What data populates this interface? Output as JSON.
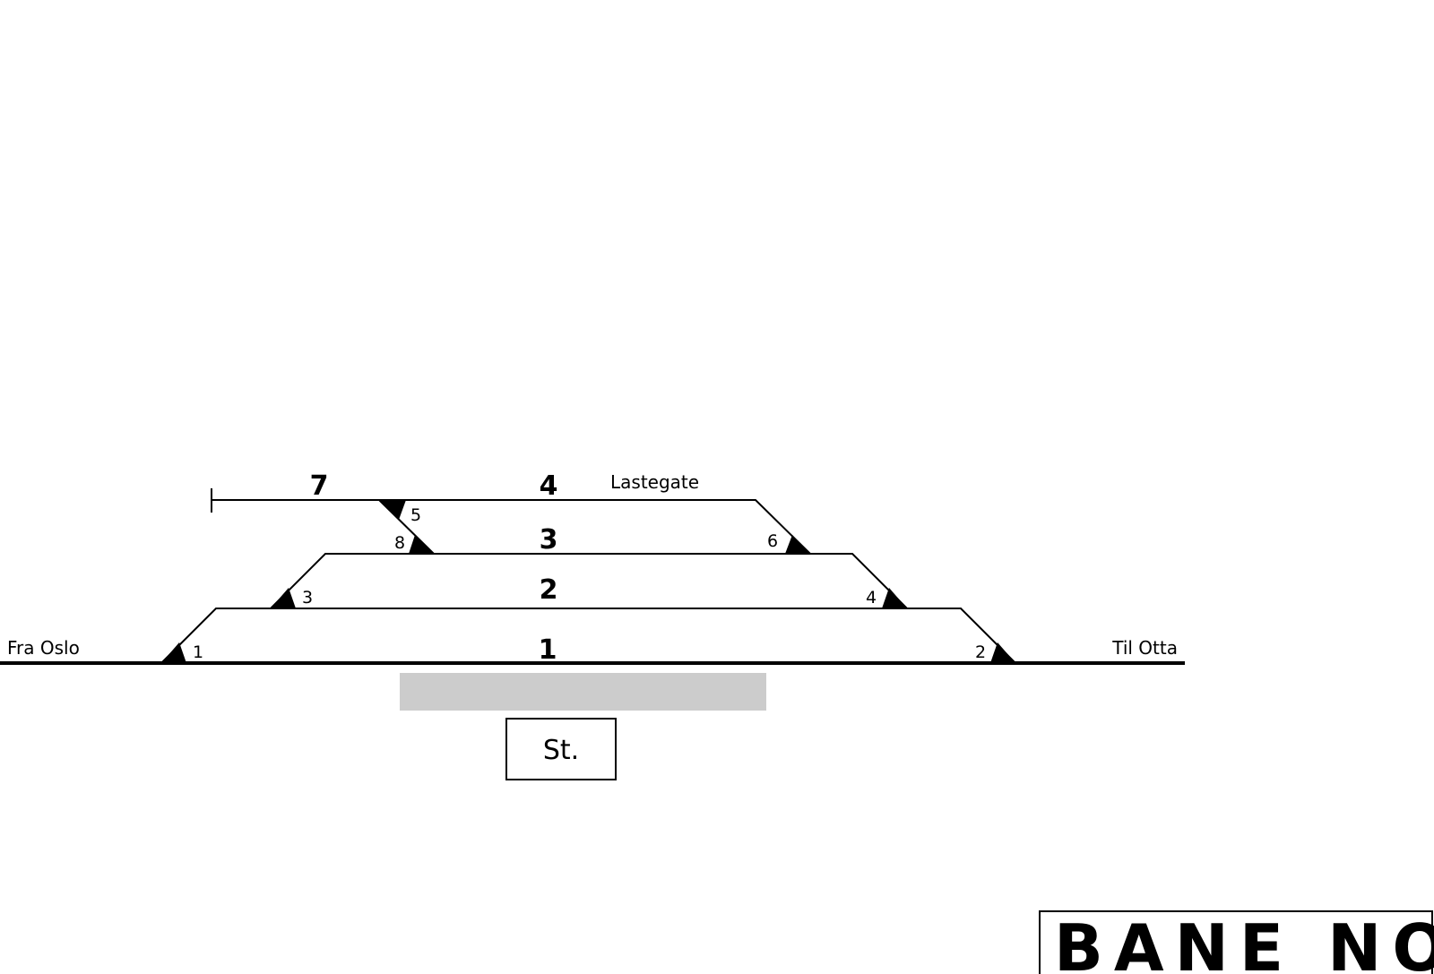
{
  "tracks": {
    "t1": "1",
    "t2": "2",
    "t3": "3",
    "t4": "4",
    "t7": "7"
  },
  "switches": {
    "s1": "1",
    "s2": "2",
    "s3": "3",
    "s4": "4",
    "s5": "5",
    "s6": "6",
    "s8": "8"
  },
  "places": {
    "from": "Fra Oslo",
    "to": "Til Otta",
    "loading": "Lastegate"
  },
  "station": {
    "label": "St.",
    "platform_color": "#cccccc"
  },
  "logo": {
    "text": "BANE NOR"
  }
}
